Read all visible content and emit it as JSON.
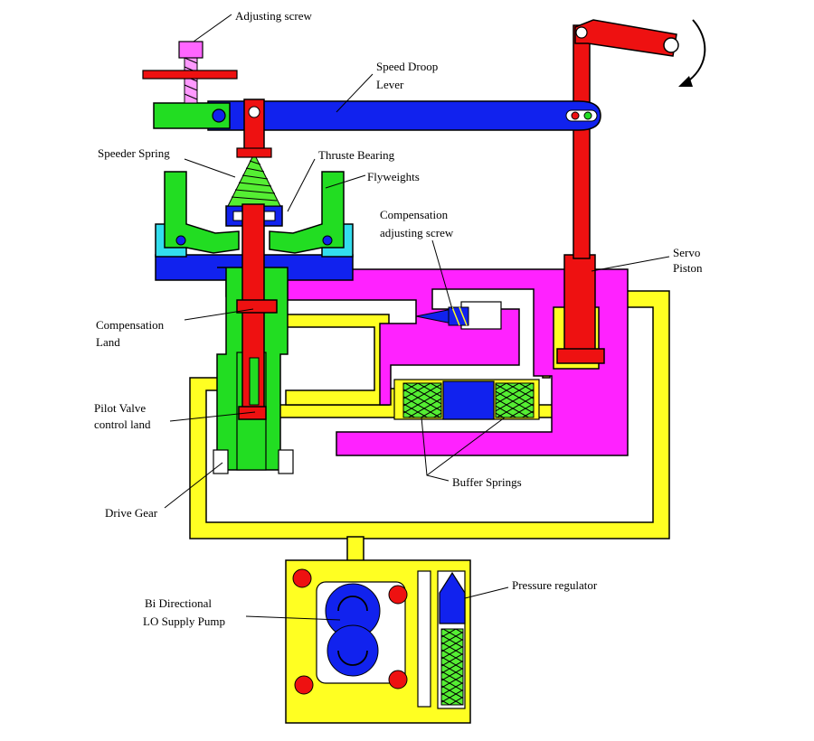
{
  "colors": {
    "yellow": "#ffff22",
    "green": "#22dd22",
    "magenta": "#ff22ff",
    "blue": "#1122ee",
    "red": "#ee1111",
    "cyan": "#33ddee",
    "spring_green": "#55ee33",
    "outline": "#000000"
  },
  "labels": {
    "adjusting_screw": "Adjusting screw",
    "speed_droop_lever_1": "Speed Droop",
    "speed_droop_lever_2": "Lever",
    "speeder_spring": "Speeder Spring",
    "thrust_bearing": "Thruste Bearing",
    "flyweights": "Flyweights",
    "compensation_adjusting_1": "Compensation",
    "compensation_adjusting_2": "adjusting screw",
    "servo_piston_1": "Servo",
    "servo_piston_2": "Piston",
    "compensation_land_1": "Compensation",
    "compensation_land_2": "Land",
    "pilot_valve_1": "Pilot Valve",
    "pilot_valve_2": "control land",
    "buffer_springs": "Buffer Springs",
    "drive_gear": "Drive Gear",
    "pressure_regulator": "Pressure regulator",
    "pump_1": "Bi Directional",
    "pump_2": "LO Supply Pump"
  },
  "icons": {
    "rotation_arrow": "curved-arrow-icon",
    "gear_rotation": "circular-arrow-icon"
  }
}
